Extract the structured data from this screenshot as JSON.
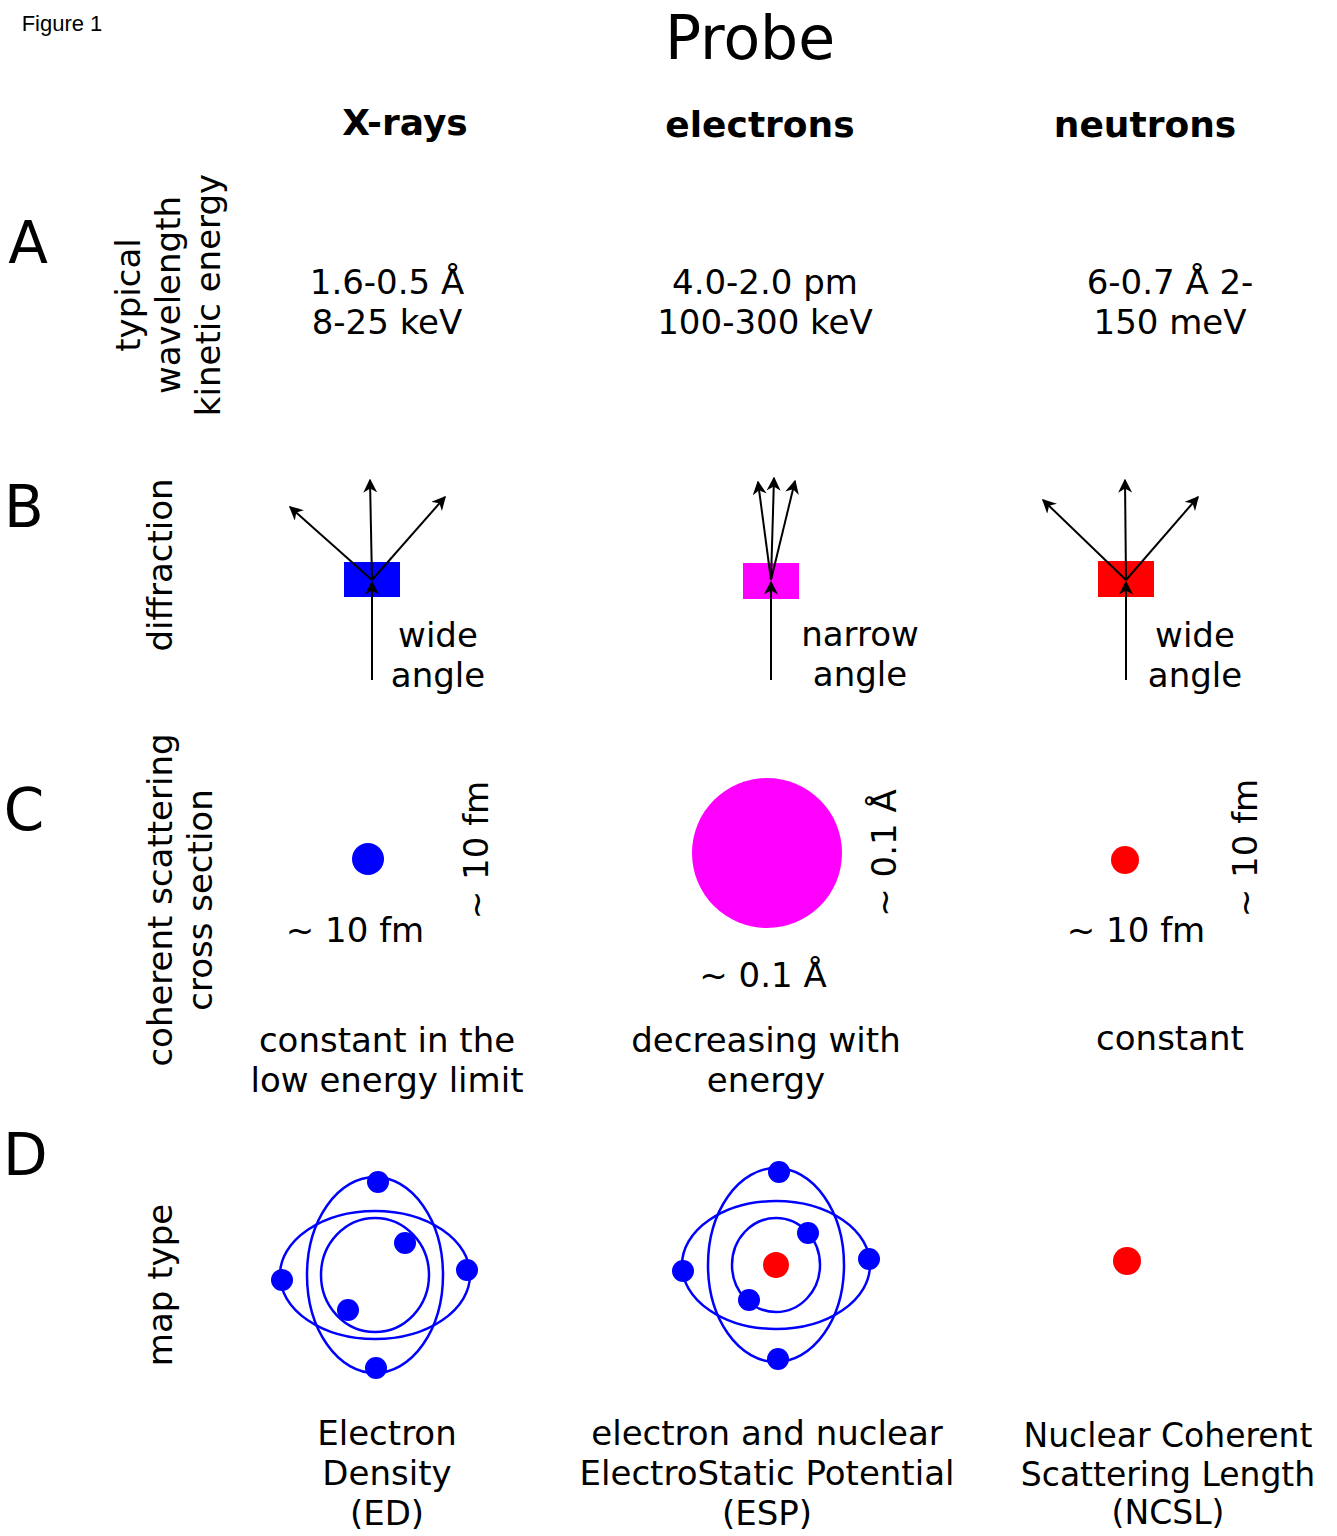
{
  "diagram": {
    "title": "Probe",
    "labels": [
      "Figure 1",
      "X-rays",
      "electrons",
      "neutrons",
      "A",
      "typical wavelength kinetic energy",
      "1.6-0.5 Å 8-25 keV",
      "4.0-2.0 pm 100-300 keV",
      "6-0.7 Å 2-150 meV",
      "B",
      "diffraction",
      "wide angle",
      "narrow angle",
      "wide angle",
      "C",
      "coherent scattering cross section",
      "~ 10 fm",
      "~ 10 fm",
      "~ 0.1 Å",
      "~ 0.1 Å",
      "~ 10 fm",
      "~ 10 fm",
      "constant in the low energy limit",
      "decreasing with energy",
      "constant",
      "D",
      "map type",
      "Electron Density (ED)",
      "electron and nuclear ElectroStatic Potential (ESP)",
      "Nuclear Coherent Scattering Length (NCSL)"
    ]
  }
}
